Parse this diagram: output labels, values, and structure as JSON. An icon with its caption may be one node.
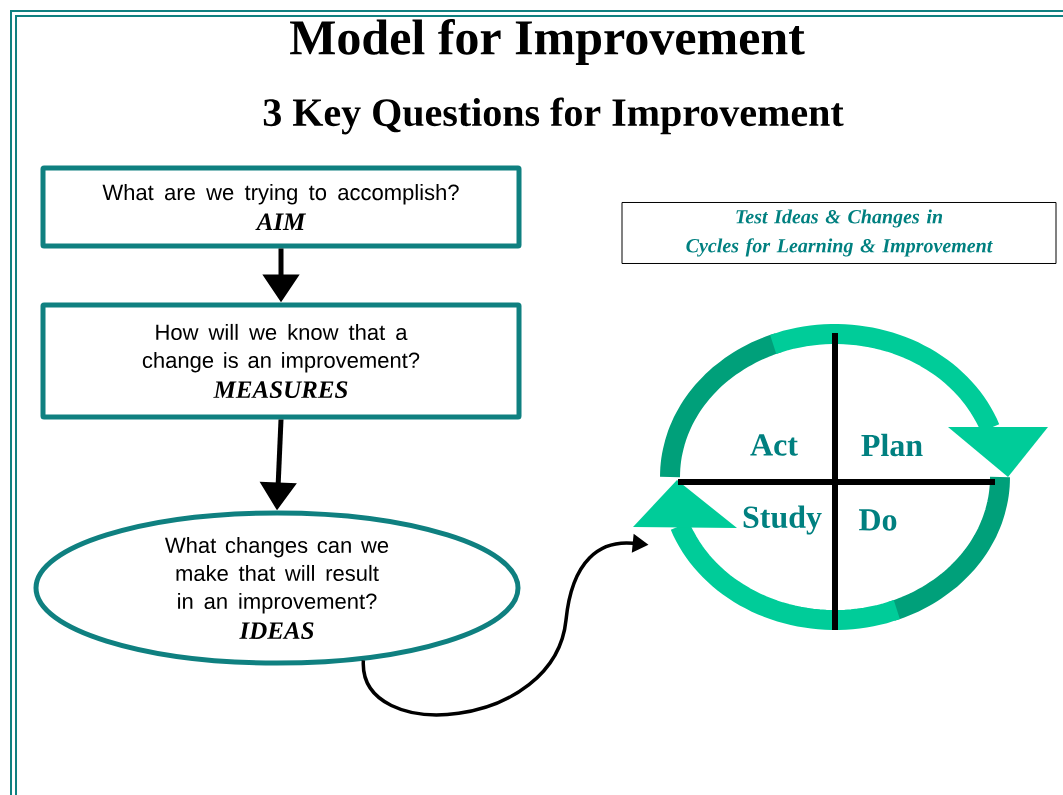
{
  "diagram": {
    "title": "Model for Improvement",
    "nodes": [
      {
        "text": [
          "What are we trying to accomplish?",
          "AIM"
        ]
      },
      {
        "text": [
          "How will we know that a change is an improvement?",
          "MEASURES"
        ]
      },
      {
        "text": [
          "What changes can we make that will result in an improvement?",
          "IDEAS"
        ]
      },
      {
        "text": [
          "Test Ideas & Changes in Cycles for Learning & Improvement"
        ]
      },
      {
        "text": [
          "Act",
          "Plan",
          "Study",
          "Do"
        ]
      }
    ],
    "edges": [
      {
        "from": 0,
        "to": 1,
        "arrow": "to"
      },
      {
        "from": 1,
        "to": 2,
        "arrow": "to"
      },
      {
        "from": 2,
        "to": 4,
        "arrow": "to"
      }
    ],
    "labels": [
      "3 Key Questions for Improvement"
    ]
  }
}
